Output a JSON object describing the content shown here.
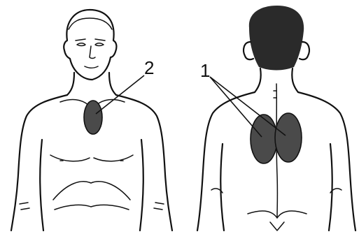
{
  "figure": {
    "callouts": [
      {
        "id": "front-organ",
        "text": "2"
      },
      {
        "id": "back-organs",
        "text": "1"
      }
    ],
    "colors": {
      "line": "#111111",
      "organ_fill": "#4a4a4a",
      "background": "#ffffff"
    }
  }
}
